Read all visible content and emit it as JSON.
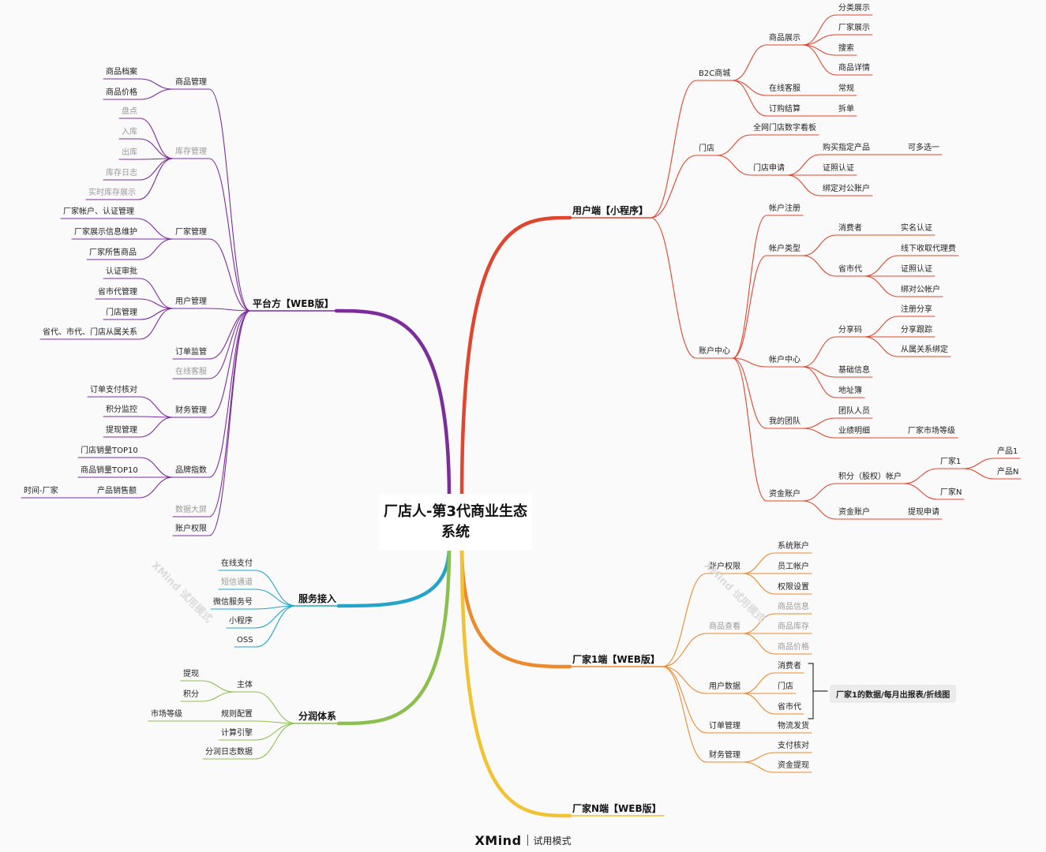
{
  "title": "厂店人-第3代商业生态系统",
  "footer": {
    "brand": "XMind",
    "mode": "试用模式"
  },
  "colors": {
    "purple": "#7b2d9b",
    "cyan": "#23a4c8",
    "green": "#8cc04e",
    "red": "#e0452f",
    "orange": "#ec8a2e",
    "yellow": "#f1c232"
  },
  "summary_note": "厂家1的数据/每月出报表/折线图",
  "branches": [
    {
      "id": "platform",
      "label": "平台方【WEB版】",
      "color": "#7b2d9b",
      "side": "left"
    },
    {
      "id": "service",
      "label": "服务接入",
      "color": "#23a4c8",
      "side": "left"
    },
    {
      "id": "profit",
      "label": "分润体系",
      "color": "#8cc04e",
      "side": "left"
    },
    {
      "id": "user",
      "label": "用户端【小程序】",
      "color": "#e0452f",
      "side": "right"
    },
    {
      "id": "factory1",
      "label": "厂家1端【WEB版】",
      "color": "#ec8a2e",
      "side": "right"
    },
    {
      "id": "factoryN",
      "label": "厂家N端【WEB版】",
      "color": "#f1c232",
      "side": "right"
    }
  ],
  "nodes": [
    {
      "id": "p1",
      "parent": "platform",
      "label": "商品管理"
    },
    {
      "id": "p1a",
      "parent": "p1",
      "label": "商品档案"
    },
    {
      "id": "p1b",
      "parent": "p1",
      "label": "商品价格"
    },
    {
      "id": "p2",
      "parent": "platform",
      "label": "库存管理",
      "faded": true
    },
    {
      "id": "p2a",
      "parent": "p2",
      "label": "盘点",
      "faded": true
    },
    {
      "id": "p2b",
      "parent": "p2",
      "label": "入库",
      "faded": true
    },
    {
      "id": "p2c",
      "parent": "p2",
      "label": "出库",
      "faded": true
    },
    {
      "id": "p2d",
      "parent": "p2",
      "label": "库存日志",
      "faded": true
    },
    {
      "id": "p2e",
      "parent": "p2",
      "label": "实时库存展示",
      "faded": true
    },
    {
      "id": "p3",
      "parent": "platform",
      "label": "厂家管理"
    },
    {
      "id": "p3a",
      "parent": "p3",
      "label": "厂家帐户、认证管理"
    },
    {
      "id": "p3b",
      "parent": "p3",
      "label": "厂家展示信息维护"
    },
    {
      "id": "p3c",
      "parent": "p3",
      "label": "厂家所售商品"
    },
    {
      "id": "p4",
      "parent": "platform",
      "label": "用户管理"
    },
    {
      "id": "p4a",
      "parent": "p4",
      "label": "认证审批"
    },
    {
      "id": "p4b",
      "parent": "p4",
      "label": "省市代管理"
    },
    {
      "id": "p4c",
      "parent": "p4",
      "label": "门店管理"
    },
    {
      "id": "p4d",
      "parent": "p4",
      "label": "省代、市代、门店从属关系"
    },
    {
      "id": "p5",
      "parent": "platform",
      "label": "订单监管"
    },
    {
      "id": "p6",
      "parent": "platform",
      "label": "在线客服",
      "faded": true
    },
    {
      "id": "p7",
      "parent": "platform",
      "label": "财务管理"
    },
    {
      "id": "p7a",
      "parent": "p7",
      "label": "订单支付核对"
    },
    {
      "id": "p7b",
      "parent": "p7",
      "label": "积分监控"
    },
    {
      "id": "p7c",
      "parent": "p7",
      "label": "提现管理"
    },
    {
      "id": "p8",
      "parent": "platform",
      "label": "品牌指数"
    },
    {
      "id": "p8a",
      "parent": "p8",
      "label": "门店销量TOP10"
    },
    {
      "id": "p8b",
      "parent": "p8",
      "label": "商品销量TOP10"
    },
    {
      "id": "p8c",
      "parent": "p8",
      "label": "产品销售额"
    },
    {
      "id": "p8c1",
      "parent": "p8c",
      "label": "时间-厂家"
    },
    {
      "id": "p9",
      "parent": "platform",
      "label": "数据大屏",
      "faded": true
    },
    {
      "id": "p10",
      "parent": "platform",
      "label": "账户权限"
    },
    {
      "id": "s1",
      "parent": "service",
      "label": "在线支付"
    },
    {
      "id": "s2",
      "parent": "service",
      "label": "短信通道",
      "faded": true
    },
    {
      "id": "s3",
      "parent": "service",
      "label": "微信服务号"
    },
    {
      "id": "s4",
      "parent": "service",
      "label": "小程序"
    },
    {
      "id": "s5",
      "parent": "service",
      "label": "OSS"
    },
    {
      "id": "f1",
      "parent": "profit",
      "label": "主体"
    },
    {
      "id": "f1a",
      "parent": "f1",
      "label": "提现"
    },
    {
      "id": "f1b",
      "parent": "f1",
      "label": "积分"
    },
    {
      "id": "f2",
      "parent": "profit",
      "label": "规则配置"
    },
    {
      "id": "f2a",
      "parent": "f2",
      "label": "市场等级"
    },
    {
      "id": "f3",
      "parent": "profit",
      "label": "计算引擎"
    },
    {
      "id": "f4",
      "parent": "profit",
      "label": "分润日志数据"
    },
    {
      "id": "u1",
      "parent": "user",
      "label": "B2C商城"
    },
    {
      "id": "u1a",
      "parent": "u1",
      "label": "商品展示"
    },
    {
      "id": "u1a1",
      "parent": "u1a",
      "label": "分类展示"
    },
    {
      "id": "u1a2",
      "parent": "u1a",
      "label": "厂家展示"
    },
    {
      "id": "u1a3",
      "parent": "u1a",
      "label": "搜索"
    },
    {
      "id": "u1a4",
      "parent": "u1a",
      "label": "商品详情"
    },
    {
      "id": "u1b",
      "parent": "u1",
      "label": "在线客服"
    },
    {
      "id": "u1b1",
      "parent": "u1b",
      "label": "常规"
    },
    {
      "id": "u1c",
      "parent": "u1",
      "label": "订购结算"
    },
    {
      "id": "u1c1",
      "parent": "u1c",
      "label": "拆单"
    },
    {
      "id": "u2",
      "parent": "user",
      "label": "门店"
    },
    {
      "id": "u2a",
      "parent": "u2",
      "label": "全网门店数字看板"
    },
    {
      "id": "u2b",
      "parent": "u2",
      "label": "门店申请"
    },
    {
      "id": "u2b1",
      "parent": "u2b",
      "label": "购买指定产品"
    },
    {
      "id": "u2b1a",
      "parent": "u2b1",
      "label": "可多选一"
    },
    {
      "id": "u2b2",
      "parent": "u2b",
      "label": "证照认证"
    },
    {
      "id": "u2b3",
      "parent": "u2b",
      "label": "绑定对公账户"
    },
    {
      "id": "u3",
      "parent": "user",
      "label": "账户中心"
    },
    {
      "id": "u3a",
      "parent": "u3",
      "label": "帐户注册"
    },
    {
      "id": "u3b",
      "parent": "u3",
      "label": "帐户类型"
    },
    {
      "id": "u3b1",
      "parent": "u3b",
      "label": "消费者"
    },
    {
      "id": "u3b1a",
      "parent": "u3b1",
      "label": "实名认证"
    },
    {
      "id": "u3b2",
      "parent": "u3b",
      "label": "省市代"
    },
    {
      "id": "u3b2a",
      "parent": "u3b2",
      "label": "线下收取代理费"
    },
    {
      "id": "u3b2b",
      "parent": "u3b2",
      "label": "证照认证"
    },
    {
      "id": "u3b2c",
      "parent": "u3b2",
      "label": "绑对公帐户"
    },
    {
      "id": "u3c",
      "parent": "u3",
      "label": "帐户中心"
    },
    {
      "id": "u3c1",
      "parent": "u3c",
      "label": "分享码"
    },
    {
      "id": "u3c1a",
      "parent": "u3c1",
      "label": "注册分享"
    },
    {
      "id": "u3c1b",
      "parent": "u3c1",
      "label": "分享跟踪"
    },
    {
      "id": "u3c1c",
      "parent": "u3c1",
      "label": "从属关系绑定"
    },
    {
      "id": "u3c2",
      "parent": "u3c",
      "label": "基础信息"
    },
    {
      "id": "u3c3",
      "parent": "u3c",
      "label": "地址簿"
    },
    {
      "id": "u3d",
      "parent": "u3",
      "label": "我的团队"
    },
    {
      "id": "u3d1",
      "parent": "u3d",
      "label": "团队人员"
    },
    {
      "id": "u3d2",
      "parent": "u3d",
      "label": "业绩明细"
    },
    {
      "id": "u3d2a",
      "parent": "u3d2",
      "label": "厂家市场等级"
    },
    {
      "id": "u3e",
      "parent": "u3",
      "label": "资金账户"
    },
    {
      "id": "u3e1",
      "parent": "u3e",
      "label": "积分（股权）帐户"
    },
    {
      "id": "u3e1a",
      "parent": "u3e1",
      "label": "厂家1"
    },
    {
      "id": "u3e1a1",
      "parent": "u3e1a",
      "label": "产品1"
    },
    {
      "id": "u3e1a2",
      "parent": "u3e1a",
      "label": "产品N"
    },
    {
      "id": "u3e1b",
      "parent": "u3e1",
      "label": "厂家N"
    },
    {
      "id": "u3e2",
      "parent": "u3e",
      "label": "资金账户"
    },
    {
      "id": "u3e2a",
      "parent": "u3e2",
      "label": "提现申请"
    },
    {
      "id": "k1",
      "parent": "factory1",
      "label": "账户权限"
    },
    {
      "id": "k1a",
      "parent": "k1",
      "label": "系统账户"
    },
    {
      "id": "k1b",
      "parent": "k1",
      "label": "员工帐户"
    },
    {
      "id": "k1c",
      "parent": "k1",
      "label": "权限设置"
    },
    {
      "id": "k2",
      "parent": "factory1",
      "label": "商品查看",
      "faded": true
    },
    {
      "id": "k2a",
      "parent": "k2",
      "label": "商品信息",
      "faded": true
    },
    {
      "id": "k2b",
      "parent": "k2",
      "label": "商品库存",
      "faded": true
    },
    {
      "id": "k2c",
      "parent": "k2",
      "label": "商品价格",
      "faded": true
    },
    {
      "id": "k3",
      "parent": "factory1",
      "label": "用户数据"
    },
    {
      "id": "k3a",
      "parent": "k3",
      "label": "消费者"
    },
    {
      "id": "k3b",
      "parent": "k3",
      "label": "门店"
    },
    {
      "id": "k3c",
      "parent": "k3",
      "label": "省市代"
    },
    {
      "id": "k4",
      "parent": "factory1",
      "label": "订单管理"
    },
    {
      "id": "k4a",
      "parent": "k4",
      "label": "物流发货"
    },
    {
      "id": "k5",
      "parent": "factory1",
      "label": "财务管理"
    },
    {
      "id": "k5a",
      "parent": "k5",
      "label": "支付核对"
    },
    {
      "id": "k5b",
      "parent": "k5",
      "label": "资金提现"
    }
  ]
}
